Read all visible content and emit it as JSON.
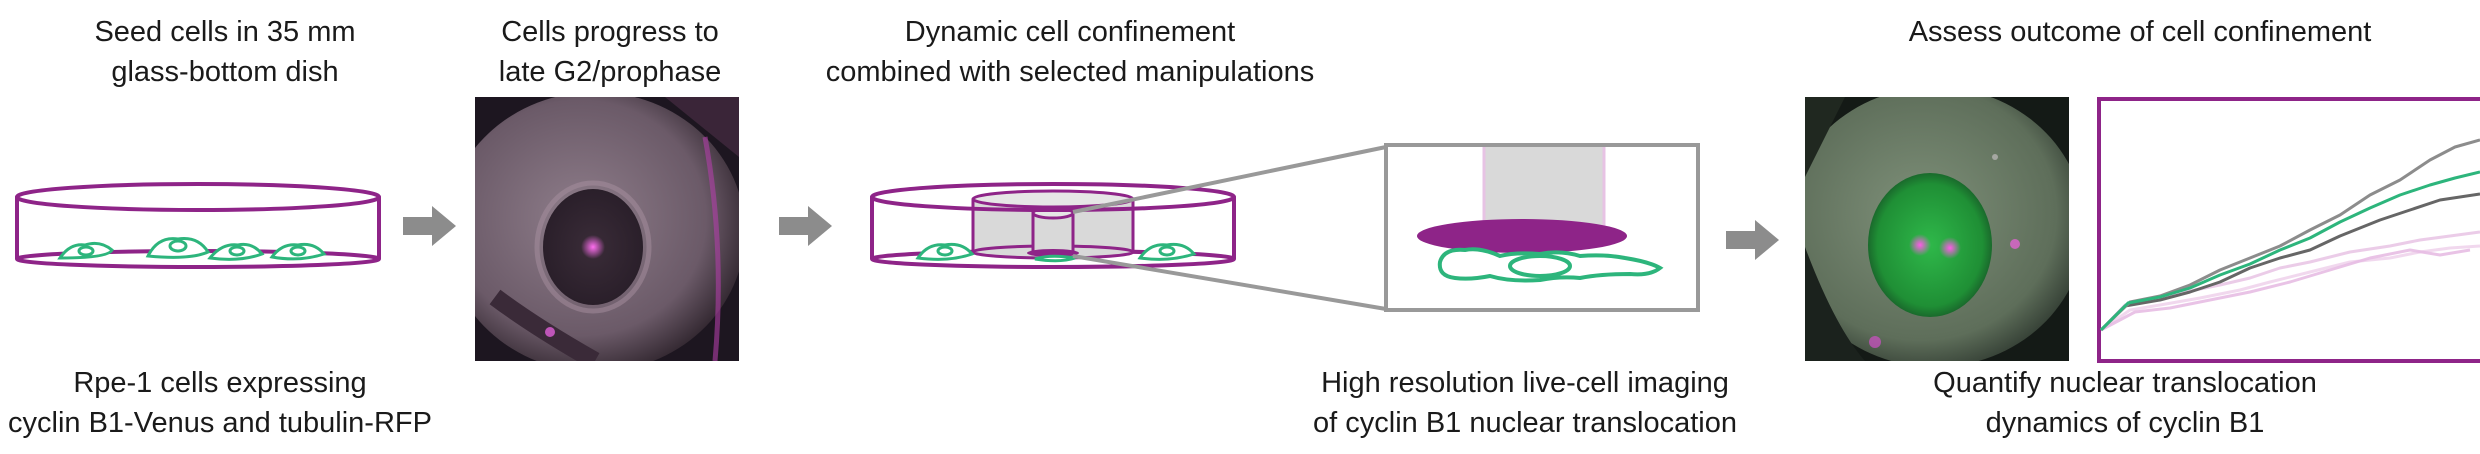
{
  "steps": {
    "seed": {
      "title_1": "Seed cells in 35 mm",
      "title_2": "glass-bottom dish",
      "caption_1": "Rpe-1 cells expressing",
      "caption_2": "cyclin B1-Venus and tubulin-RFP"
    },
    "progress": {
      "title_1": "Cells progress to",
      "title_2": "late G2/prophase"
    },
    "confine": {
      "title_1": "Dynamic cell confinement",
      "title_2": "combined with selected manipulations",
      "caption_1": "High resolution live-cell imaging",
      "caption_2": "of cyclin B1 nuclear translocation"
    },
    "assess": {
      "title_1": "Assess outcome of cell confinement",
      "caption_1": "Quantify nuclear translocation",
      "caption_2": "dynamics of cyclin B1"
    }
  },
  "colors": {
    "magenta": "#8e2488",
    "green": "#2db57c",
    "gray_arrow": "#8c8c8c",
    "gray_frame": "#999999"
  }
}
